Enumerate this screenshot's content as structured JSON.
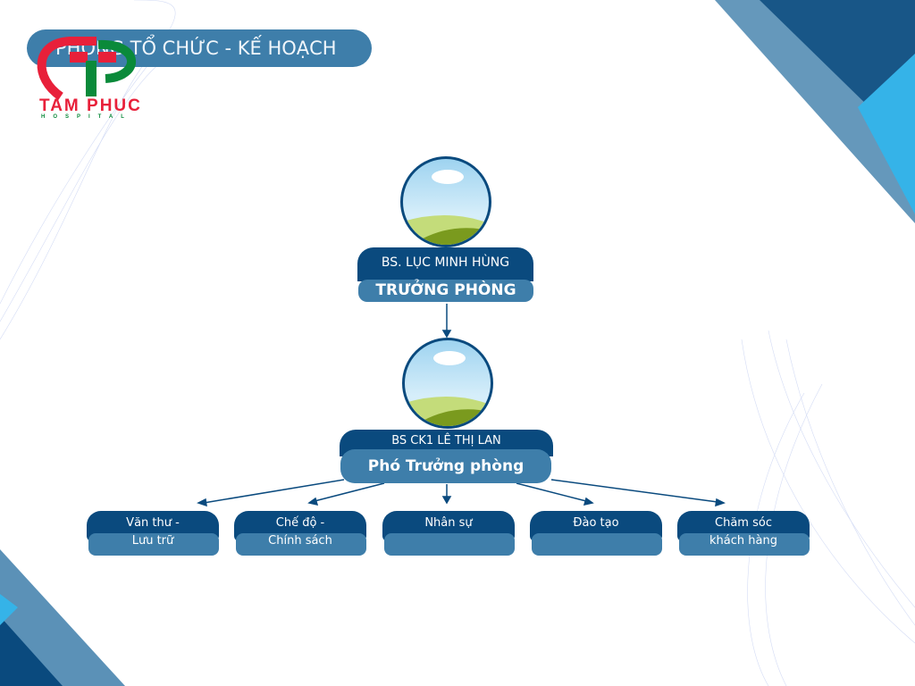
{
  "header": {
    "title": "PHÒNG TỔ CHỨC - KẾ HOẠCH"
  },
  "logo": {
    "name": "TAM PHUC",
    "sub": "HOSPITAL"
  },
  "head": {
    "name": "BS. LỤC MINH HÙNG",
    "role": "TRƯỞNG PHÒNG"
  },
  "deputy": {
    "name": "BS CK1 LÊ THỊ LAN",
    "role": "Phó Trưởng phòng"
  },
  "departments": [
    {
      "line1": "Văn thư -",
      "line2": "Lưu trữ"
    },
    {
      "line1": "Chế độ -",
      "line2": "Chính sách"
    },
    {
      "line1": "Nhân sự",
      "line2": ""
    },
    {
      "line1": "Đào tạo",
      "line2": ""
    },
    {
      "line1": "Chăm sóc",
      "line2": "khách hàng"
    }
  ],
  "colors": {
    "navy": "#0a4a7e",
    "steel": "#3e7eaa",
    "sky": "#35b3e8"
  }
}
